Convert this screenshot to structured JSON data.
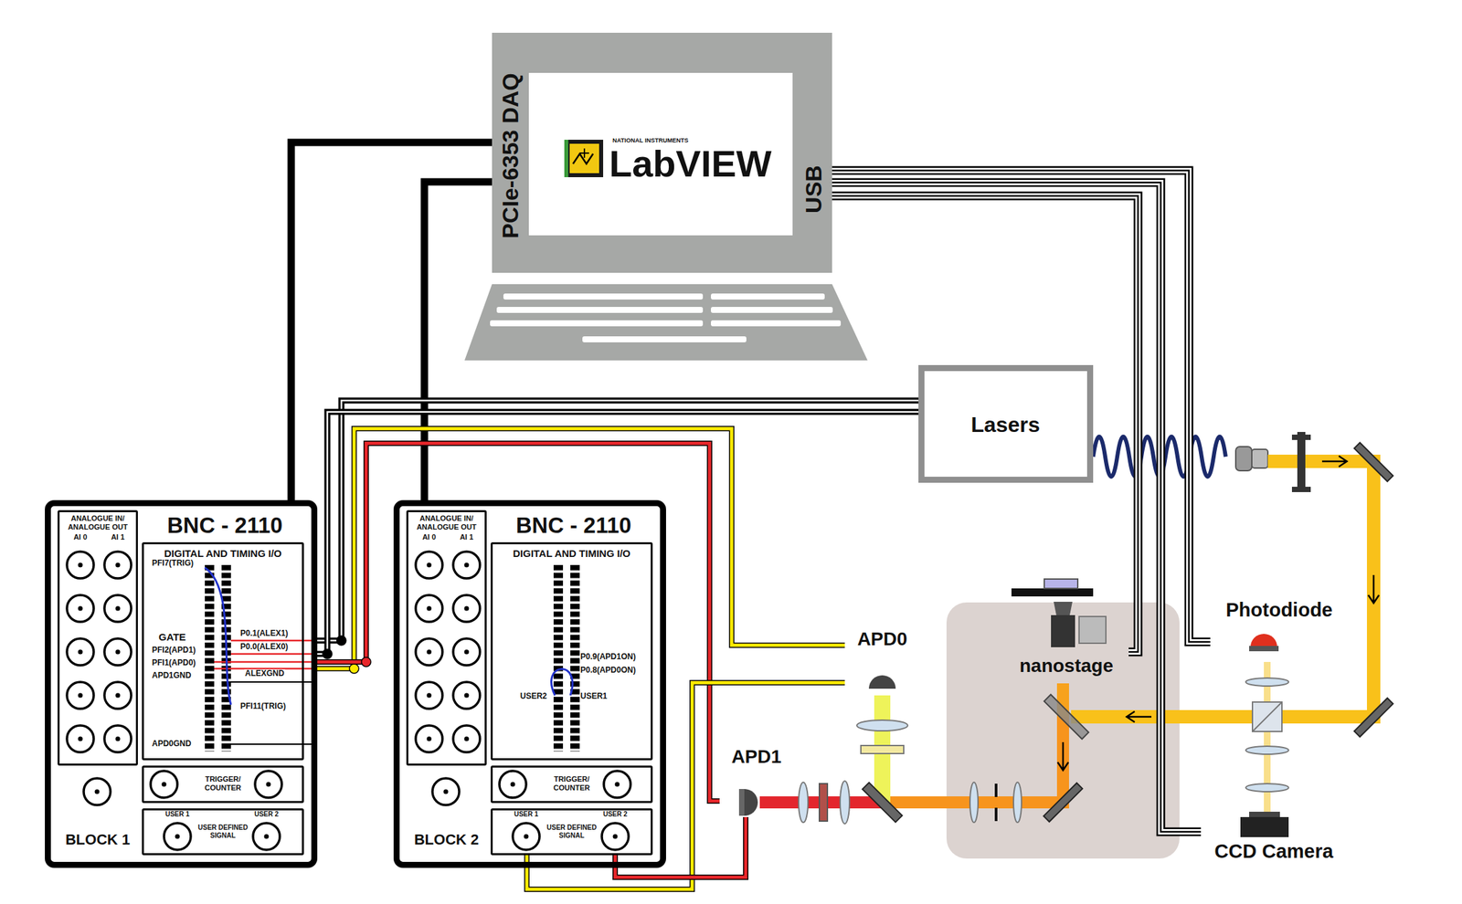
{
  "diagram": {
    "nodes": [
      {
        "text": [
          "PCIe-6353 DAQ",
          "USB"
        ]
      },
      {
        "text": [
          "NATIONAL INSTRUMENTS",
          "LabVIEW"
        ],
        "in": 0
      },
      {
        "text": [
          "Lasers"
        ]
      },
      {
        "text": [
          "BNC - 2110",
          "BLOCK 1"
        ]
      },
      {
        "text": [
          "ANALOGUE IN/ ANALOGUE OUT",
          "AI 0",
          "AI 1"
        ],
        "in": 3
      },
      {
        "text": [
          "DIGITAL AND TIMING I/O"
        ],
        "in": 3
      },
      {
        "text": [
          "TRIGGER/ COUNTER"
        ],
        "in": 3
      },
      {
        "text": [
          "USER 1",
          "USER DEFINED SIGNAL",
          "USER 2"
        ],
        "in": 3
      },
      {
        "text": [
          "BNC - 2110",
          "BLOCK 2"
        ]
      },
      {
        "text": [
          "ANALOGUE IN/ ANALOGUE OUT",
          "AI 0",
          "AI 1"
        ],
        "in": 8
      },
      {
        "text": [
          "DIGITAL AND TIMING I/O"
        ],
        "in": 8
      },
      {
        "text": [
          "TRIGGER/ COUNTER"
        ],
        "in": 8
      },
      {
        "text": [
          "USER 1",
          "USER DEFINED SIGNAL",
          "USER 2"
        ],
        "in": 8
      },
      {
        "text": [
          "APD0"
        ]
      },
      {
        "text": [
          "nanostage"
        ]
      },
      {
        "text": [
          "Photodiode"
        ]
      },
      {
        "text": [
          "APD1"
        ]
      },
      {
        "text": [
          "CCD Camera"
        ]
      }
    ],
    "edges": [
      {
        "from": 0,
        "to": 3,
        "arrow": "none"
      },
      {
        "from": 0,
        "to": 8,
        "arrow": "none"
      },
      {
        "from": 2,
        "to": 3,
        "arrow": "none"
      },
      {
        "from": 2,
        "to": 3,
        "arrow": "none"
      },
      {
        "from": 13,
        "to": 3,
        "arrow": "none"
      },
      {
        "from": 16,
        "to": 3,
        "arrow": "none"
      },
      {
        "from": 12,
        "to": 13,
        "arrow": "none"
      },
      {
        "from": 12,
        "to": 16,
        "arrow": "none"
      },
      {
        "from": 0,
        "to": 14,
        "arrow": "none"
      },
      {
        "from": 0,
        "to": 17,
        "arrow": "none"
      },
      {
        "from": 0,
        "to": 15,
        "arrow": "none"
      }
    ],
    "labels": [
      "PFI7(TRIG)",
      "GATE",
      "PFI2(APD1)",
      "PFI1(APD0)",
      "APD1GND",
      "APD0GND",
      "P0.1(ALEX1)",
      "P0.0(ALEX0)",
      "ALEXGND",
      "PFI11(TRIG)",
      "P0.9(APD1ON)",
      "P0.8(APD0ON)",
      "USER2",
      "USER1"
    ]
  }
}
